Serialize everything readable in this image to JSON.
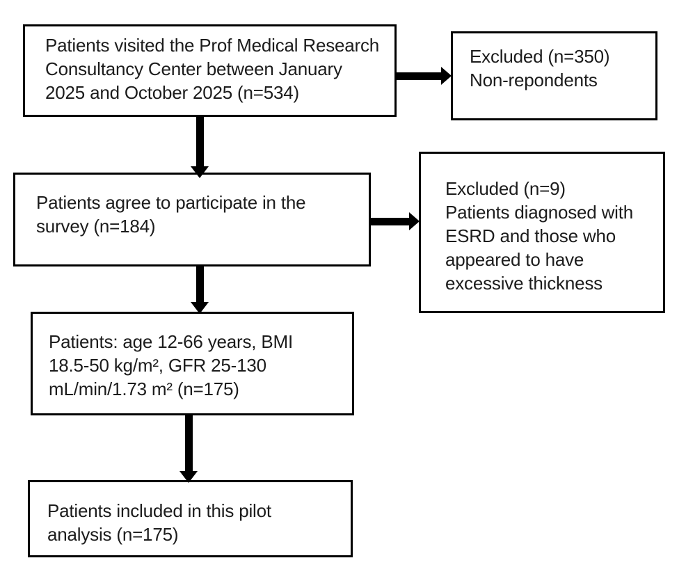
{
  "diagram": {
    "background_color": "#ffffff",
    "box_border_color": "#000000",
    "arrow_color": "#000000",
    "text_color": "#1c1c1c",
    "nodes": {
      "visited": {
        "text": "Patients visited the Prof Medical Research\nConsultancy Center between January\n2025 and October 2025 (n=534)",
        "n": 534
      },
      "excluded_nonrespondents": {
        "text": "Excluded (n=350)\nNon-repondents",
        "n": 350
      },
      "agreed": {
        "text": "Patients agree to participate in the\nsurvey (n=184)",
        "n": 184
      },
      "excluded_esrd": {
        "text": "Excluded (n=9)\nPatients diagnosed with\nESRD and those who\nappeared to have\nexcessive thickness",
        "n": 9
      },
      "eligible": {
        "text": "Patients: age 12-66 years, BMI\n18.5-50 kg/m², GFR 25-130\nmL/min/1.73 m² (n=175)",
        "n": 175
      },
      "included": {
        "text": "Patients included in this pilot\nanalysis (n=175)",
        "n": 175
      }
    }
  }
}
